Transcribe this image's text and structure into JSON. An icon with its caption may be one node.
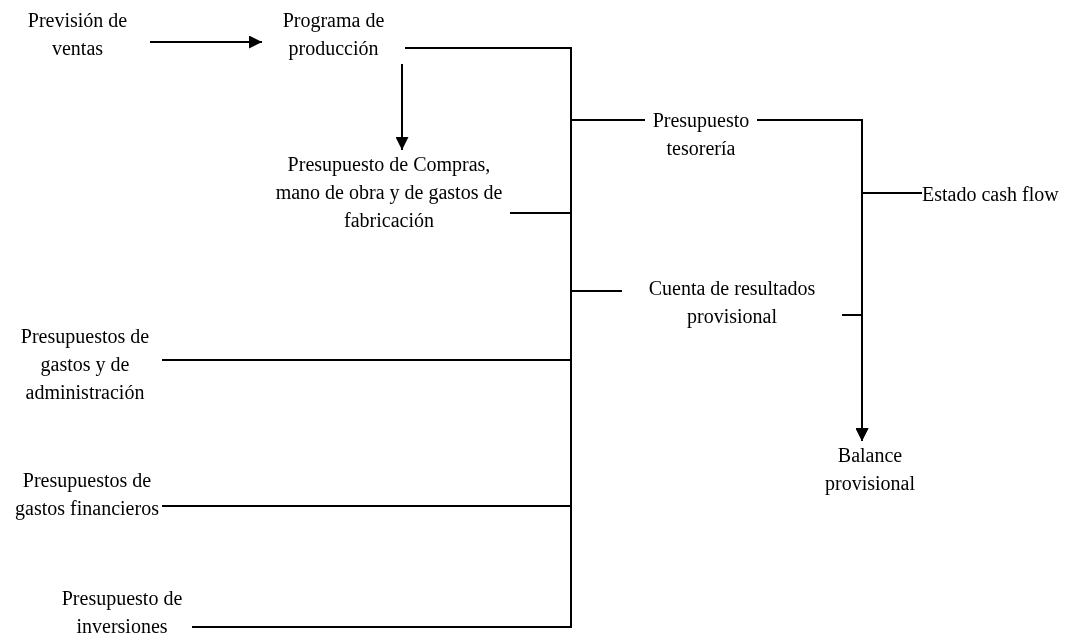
{
  "diagram": {
    "nodes": [
      {
        "text": [
          "Previsión de ventas"
        ]
      },
      {
        "text": [
          "Programa de producción"
        ]
      },
      {
        "text": [
          "Presupuesto de Compras, mano de obra y de gastos de fabricación"
        ]
      },
      {
        "text": [
          "Presupuestos de gastos y de administración"
        ]
      },
      {
        "text": [
          "Presupuestos de gastos financieros"
        ]
      },
      {
        "text": [
          "Presupuesto de inversiones"
        ]
      },
      {
        "text": [
          "Presupuesto tesorería"
        ]
      },
      {
        "text": [
          "Cuenta de resultados provisional"
        ]
      },
      {
        "text": [
          "Estado cash flow"
        ]
      },
      {
        "text": [
          "Balance provisional"
        ]
      }
    ],
    "edges": [
      {
        "from": 0,
        "to": 1,
        "arrow": "to"
      },
      {
        "from": 1,
        "to": 2,
        "arrow": "to"
      },
      {
        "from": 1,
        "to": 6,
        "arrow": "none"
      },
      {
        "from": 1,
        "to": 7,
        "arrow": "none"
      },
      {
        "from": 2,
        "to": 6,
        "arrow": "none"
      },
      {
        "from": 2,
        "to": 7,
        "arrow": "none"
      },
      {
        "from": 3,
        "to": 6,
        "arrow": "none"
      },
      {
        "from": 3,
        "to": 7,
        "arrow": "none"
      },
      {
        "from": 4,
        "to": 6,
        "arrow": "none"
      },
      {
        "from": 4,
        "to": 7,
        "arrow": "none"
      },
      {
        "from": 5,
        "to": 6,
        "arrow": "none"
      },
      {
        "from": 5,
        "to": 7,
        "arrow": "none"
      },
      {
        "from": 6,
        "to": 8,
        "arrow": "none"
      },
      {
        "from": 7,
        "to": 8,
        "arrow": "none"
      },
      {
        "from": 6,
        "to": 9,
        "arrow": "to"
      },
      {
        "from": 7,
        "to": 9,
        "arrow": "to"
      }
    ]
  }
}
